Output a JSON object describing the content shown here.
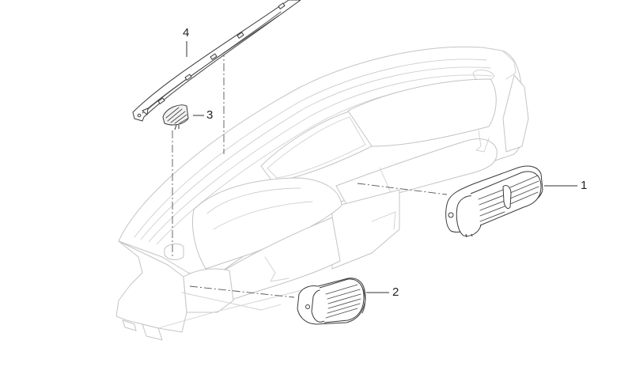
{
  "diagram": {
    "title": "Dashboard air vents exploded view",
    "callouts": [
      {
        "number": "1",
        "part": "center-air-vent"
      },
      {
        "number": "2",
        "part": "side-air-vent"
      },
      {
        "number": "3",
        "part": "defroster-grille"
      },
      {
        "number": "4",
        "part": "defroster-trim-strip"
      }
    ],
    "colors": {
      "background": "#ffffff",
      "dashboard_outline": "#c4c4c4",
      "part_outline": "#3a3a3a",
      "callout_text": "#222222"
    }
  }
}
